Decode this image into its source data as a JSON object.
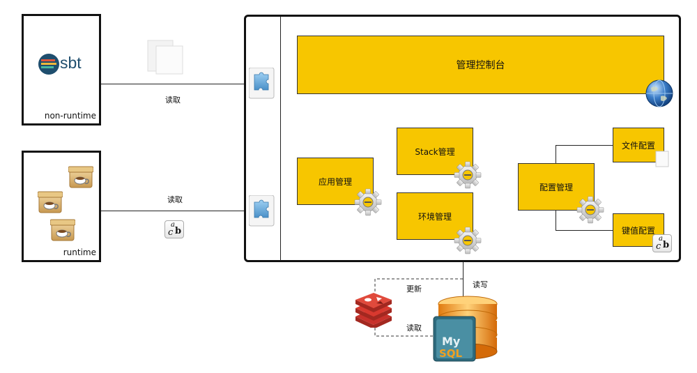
{
  "left": {
    "non_runtime": {
      "label": "non-runtime",
      "logo_text": "sbt"
    },
    "runtime": {
      "label": "runtime"
    }
  },
  "connectors": {
    "top_read": "读取",
    "bottom_read": "读取",
    "read_write": "读写",
    "update": "更新",
    "cache_read": "读取"
  },
  "main": {
    "console": "管理控制台",
    "app_mgmt": "应用管理",
    "stack_mgmt": "Stack管理",
    "env_mgmt": "环境管理",
    "config_mgmt": "配置管理",
    "file_config": "文件配置",
    "kv_config": "键值配置"
  },
  "mysql": {
    "text_top": "My",
    "text_bottom": "SQL"
  },
  "colors": {
    "accent": "#f7c600",
    "redis": "#c8312b",
    "db_orange": "#f0a020"
  },
  "icons": [
    "sbt-logo-icon",
    "document-icon",
    "puzzle-plugin-icon",
    "java-jar-icon",
    "ab-text-icon",
    "globe-icon",
    "gear-icon",
    "redis-icon",
    "mysql-database-icon"
  ]
}
